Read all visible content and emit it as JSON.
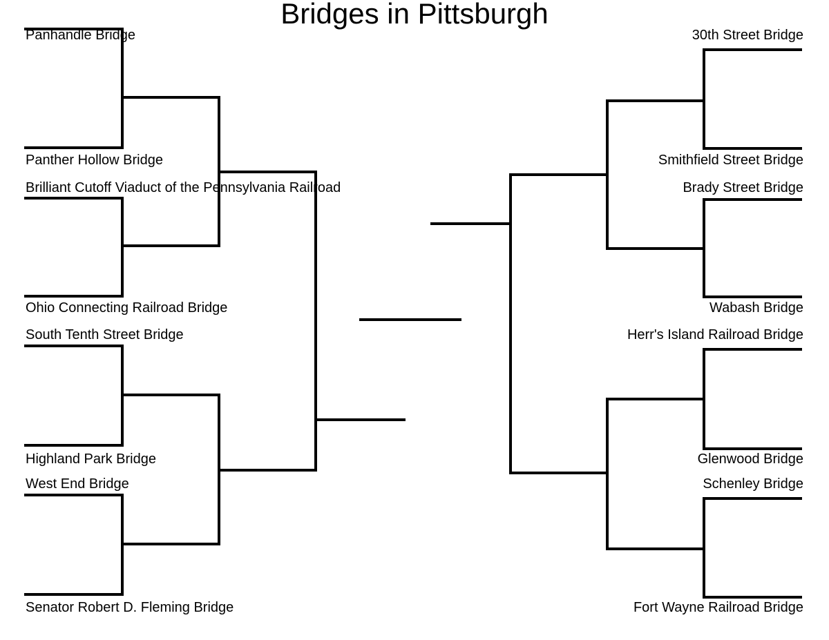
{
  "title": "Bridges in Pittsburgh",
  "left": [
    "Panhandle Bridge",
    "Panther Hollow Bridge",
    "Brilliant Cutoff Viaduct of the Pennsylvania Railroad",
    "Ohio Connecting Railroad Bridge",
    "South Tenth Street Bridge",
    "Highland Park Bridge",
    "West End Bridge",
    "Senator Robert D. Fleming Bridge"
  ],
  "right": [
    "30th Street Bridge",
    "Smithfield Street Bridge",
    "Brady Street Bridge",
    "Wabash Bridge",
    "Herr's Island Railroad Bridge",
    "Glenwood Bridge",
    "Schenley Bridge",
    "Fort Wayne Railroad Bridge"
  ],
  "line_color": "#000000"
}
